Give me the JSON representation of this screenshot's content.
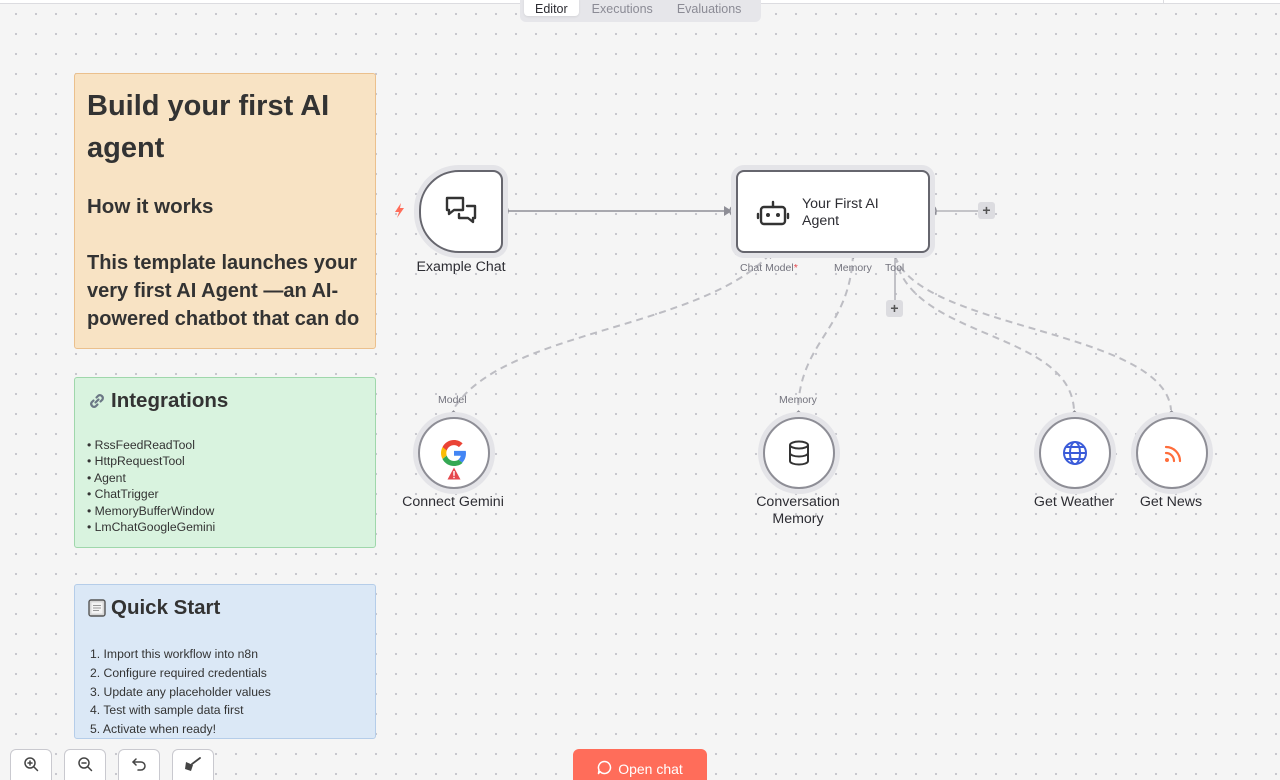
{
  "tabs": [
    {
      "label": "Editor",
      "active": true
    },
    {
      "label": "Executions",
      "active": false
    },
    {
      "label": "Evaluations",
      "active": false
    }
  ],
  "sticky_notes": {
    "intro": {
      "title": "Build your first AI agent",
      "subtitle": "How it works",
      "body": "This template launches your very first AI Agent —an AI-powered chatbot that can do"
    },
    "integrations": {
      "emoji": "link-icon",
      "title": "Integrations",
      "items": [
        "• RssFeedReadTool",
        "• HttpRequestTool",
        "• Agent",
        "• ChatTrigger",
        "• MemoryBufferWindow",
        "• LmChatGoogleGemini"
      ]
    },
    "quick_start": {
      "emoji": "memo-icon",
      "title": "Quick Start",
      "steps": [
        "1. Import this workflow into n8n",
        "2. Configure required credentials",
        "3. Update any placeholder values",
        "4. Test with sample data first",
        "5. Activate when ready!"
      ]
    }
  },
  "nodes": {
    "trigger": {
      "label": "Example Chat",
      "icon": "chat-bubbles-icon",
      "trigger_icon": "lightning-icon"
    },
    "agent": {
      "label": "Your First AI Agent",
      "icon": "robot-icon",
      "handles": {
        "chat_model": "Chat Model",
        "required_mark": "*",
        "memory": "Memory",
        "tool": "Tool"
      }
    },
    "gemini": {
      "label": "Connect Gemini",
      "handle": "Model",
      "icon": "google-icon",
      "warning_icon": "warning-icon"
    },
    "memory": {
      "label_line1": "Conversation",
      "label_line2": "Memory",
      "handle": "Memory",
      "icon": "database-icon"
    },
    "weather": {
      "label": "Get Weather",
      "icon": "globe-icon",
      "icon_color": "#3a5bd9"
    },
    "news": {
      "label": "Get News",
      "icon": "rss-icon",
      "icon_color": "#ff6d3b"
    }
  },
  "add_buttons": {
    "label": "+"
  },
  "controls": {
    "zoom_in": "zoom-in-icon",
    "zoom_out": "zoom-out-icon",
    "undo": "undo-icon",
    "tidy": "broom-icon"
  },
  "open_chat": {
    "label": "Open chat",
    "icon": "chat-icon"
  },
  "colors": {
    "accent": "#ff6d5a",
    "sticky_orange": "#f8e3c4",
    "sticky_green": "#d9f3df",
    "sticky_blue": "#dbe8f6"
  }
}
